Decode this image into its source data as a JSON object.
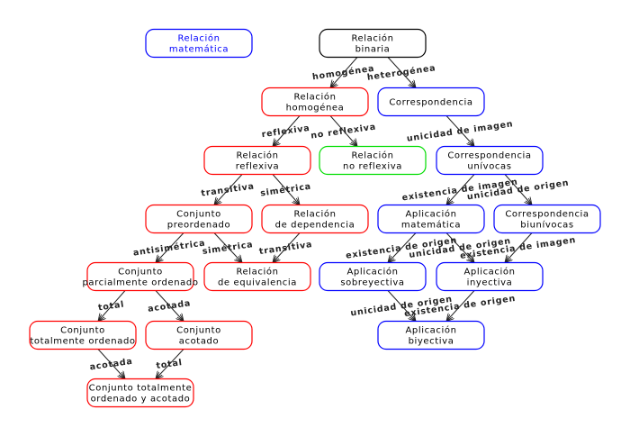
{
  "diagram": {
    "nodes": [
      {
        "id": "relacion_matematica",
        "lines": [
          "Relación",
          "matemática"
        ],
        "color": "#0000ff",
        "text_color": "#0000ff"
      },
      {
        "id": "binaria",
        "lines": [
          "Relación",
          "binaria"
        ],
        "color": "#000000",
        "text_color": "#000000"
      },
      {
        "id": "homogenea",
        "lines": [
          "Relación",
          "homogénea"
        ],
        "color": "#ff0000",
        "text_color": "#000000"
      },
      {
        "id": "correspondencia",
        "lines": [
          "Correspondencia"
        ],
        "color": "#0000ff",
        "text_color": "#000000"
      },
      {
        "id": "reflexiva",
        "lines": [
          "Relación",
          "reflexiva"
        ],
        "color": "#ff0000",
        "text_color": "#000000"
      },
      {
        "id": "no_reflexiva",
        "lines": [
          "Relación",
          "no reflexiva"
        ],
        "color": "#00dd00",
        "text_color": "#000000"
      },
      {
        "id": "univocas",
        "lines": [
          "Correspondencia",
          "unívocas"
        ],
        "color": "#0000ff",
        "text_color": "#000000"
      },
      {
        "id": "preordenado",
        "lines": [
          "Conjunto",
          "preordenado"
        ],
        "color": "#ff0000",
        "text_color": "#000000"
      },
      {
        "id": "dependencia",
        "lines": [
          "Relación",
          "de dependencia"
        ],
        "color": "#ff0000",
        "text_color": "#000000"
      },
      {
        "id": "aplicacion",
        "lines": [
          "Aplicación",
          "matemática"
        ],
        "color": "#0000ff",
        "text_color": "#000000"
      },
      {
        "id": "biunivocas",
        "lines": [
          "Correspondencia",
          "biunívocas"
        ],
        "color": "#0000ff",
        "text_color": "#000000"
      },
      {
        "id": "parcial",
        "lines": [
          "Conjunto",
          "parcialmente ordenado"
        ],
        "color": "#ff0000",
        "text_color": "#000000"
      },
      {
        "id": "equivalencia",
        "lines": [
          "Relación",
          "de equivalencia"
        ],
        "color": "#ff0000",
        "text_color": "#000000"
      },
      {
        "id": "sobreyectiva",
        "lines": [
          "Aplicación",
          "sobreyectiva"
        ],
        "color": "#0000ff",
        "text_color": "#000000"
      },
      {
        "id": "inyectiva",
        "lines": [
          "Aplicación",
          "inyectiva"
        ],
        "color": "#0000ff",
        "text_color": "#000000"
      },
      {
        "id": "total",
        "lines": [
          "Conjunto",
          "totalmente ordenado"
        ],
        "color": "#ff0000",
        "text_color": "#000000"
      },
      {
        "id": "acotado",
        "lines": [
          "Conjunto",
          "acotado"
        ],
        "color": "#ff0000",
        "text_color": "#000000"
      },
      {
        "id": "biyectiva",
        "lines": [
          "Aplicación",
          "biyectiva"
        ],
        "color": "#0000ff",
        "text_color": "#000000"
      },
      {
        "id": "total_acotado",
        "lines": [
          "Conjunto totalmente",
          "ordenado y acotado"
        ],
        "color": "#ff0000",
        "text_color": "#000000"
      }
    ],
    "edges": [
      {
        "from": "binaria",
        "to": "homogenea",
        "label": "homogénea"
      },
      {
        "from": "binaria",
        "to": "correspondencia",
        "label": "heterogénea"
      },
      {
        "from": "homogenea",
        "to": "reflexiva",
        "label": "reflexiva"
      },
      {
        "from": "homogenea",
        "to": "no_reflexiva",
        "label": "no reflexiva"
      },
      {
        "from": "correspondencia",
        "to": "univocas",
        "label": "unicidad de imagen"
      },
      {
        "from": "reflexiva",
        "to": "preordenado",
        "label": "transitiva"
      },
      {
        "from": "reflexiva",
        "to": "dependencia",
        "label": "simétrica"
      },
      {
        "from": "univocas",
        "to": "aplicacion",
        "label": "existencia de imagen"
      },
      {
        "from": "univocas",
        "to": "biunivocas",
        "label": "unicidad de origen"
      },
      {
        "from": "preordenado",
        "to": "parcial",
        "label": "antisimétrica"
      },
      {
        "from": "preordenado",
        "to": "equivalencia",
        "label": "simétrica"
      },
      {
        "from": "dependencia",
        "to": "equivalencia",
        "label": "transitiva"
      },
      {
        "from": "aplicacion",
        "to": "sobreyectiva",
        "label": "existencia de origen"
      },
      {
        "from": "aplicacion",
        "to": "inyectiva",
        "label": "unicidad de origen"
      },
      {
        "from": "biunivocas",
        "to": "inyectiva",
        "label": "existencia de imagen"
      },
      {
        "from": "parcial",
        "to": "total",
        "label": "total"
      },
      {
        "from": "parcial",
        "to": "acotado",
        "label": "acotada"
      },
      {
        "from": "sobreyectiva",
        "to": "biyectiva",
        "label": "unicidad de origen"
      },
      {
        "from": "inyectiva",
        "to": "biyectiva",
        "label": "existencia de origen"
      },
      {
        "from": "total",
        "to": "total_acotado",
        "label": "acotada"
      },
      {
        "from": "acotado",
        "to": "total_acotado",
        "label": "total"
      }
    ]
  }
}
